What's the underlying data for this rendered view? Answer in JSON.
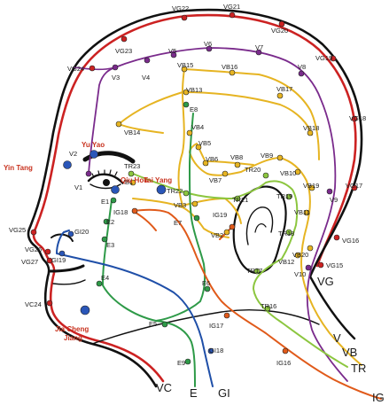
{
  "colors": {
    "VG": "#cc2222",
    "VC": "#cc2222",
    "V": "#7a2b8c",
    "VB": "#e6b422",
    "TR": "#8cc63f",
    "E": "#2e9a48",
    "GI": "#1f4fa8",
    "IG": "#e05a1a",
    "outline": "#111111",
    "point_blue": "#2a56b8"
  },
  "special_points": [
    {
      "id": "yintang",
      "label": "Yin Tang"
    },
    {
      "id": "yuyao",
      "label": "Yu Yao"
    },
    {
      "id": "taiyang",
      "label": "Tai Yang"
    },
    {
      "id": "qiuhou",
      "label": "Qiu Hou"
    },
    {
      "id": "jiacheng",
      "label": "Jia Cheng Jiang"
    }
  ],
  "channels": [
    {
      "id": "VC",
      "label": "VC"
    },
    {
      "id": "E",
      "label": "E"
    },
    {
      "id": "GI",
      "label": "GI"
    },
    {
      "id": "V",
      "label": "V"
    },
    {
      "id": "VB",
      "label": "VB"
    },
    {
      "id": "TR",
      "label": "TR"
    },
    {
      "id": "IG",
      "label": "IG"
    },
    {
      "id": "VG",
      "label": "VG"
    }
  ],
  "points": [
    {
      "label": "VG21"
    },
    {
      "label": "VG22"
    },
    {
      "label": "VG20"
    },
    {
      "label": "VG23"
    },
    {
      "label": "VG19"
    },
    {
      "label": "VG24"
    },
    {
      "label": "VG18"
    },
    {
      "label": "VG17"
    },
    {
      "label": "VG16"
    },
    {
      "label": "VG15"
    },
    {
      "label": "VG25"
    },
    {
      "label": "VG26"
    },
    {
      "label": "VG27"
    },
    {
      "label": "VC24"
    },
    {
      "label": "V5"
    },
    {
      "label": "V6"
    },
    {
      "label": "V7"
    },
    {
      "label": "V8"
    },
    {
      "label": "V3"
    },
    {
      "label": "V4"
    },
    {
      "label": "V9"
    },
    {
      "label": "V10"
    },
    {
      "label": "V2"
    },
    {
      "label": "V1"
    },
    {
      "label": "VB15"
    },
    {
      "label": "VB16"
    },
    {
      "label": "VB13"
    },
    {
      "label": "VB17"
    },
    {
      "label": "VB14"
    },
    {
      "label": "VB18"
    },
    {
      "label": "VB4"
    },
    {
      "label": "VB5"
    },
    {
      "label": "VB6"
    },
    {
      "label": "VB8"
    },
    {
      "label": "VB9"
    },
    {
      "label": "VB7"
    },
    {
      "label": "VB10"
    },
    {
      "label": "VB19"
    },
    {
      "label": "VB11"
    },
    {
      "label": "VB1"
    },
    {
      "label": "VB3"
    },
    {
      "label": "VB2"
    },
    {
      "label": "VB12"
    },
    {
      "label": "VB20"
    },
    {
      "label": "TR23"
    },
    {
      "label": "TR22"
    },
    {
      "label": "TR21"
    },
    {
      "label": "TR20"
    },
    {
      "label": "TR19"
    },
    {
      "label": "TR18"
    },
    {
      "label": "TR17"
    },
    {
      "label": "TR16"
    },
    {
      "label": "E8"
    },
    {
      "label": "E1"
    },
    {
      "label": "E2"
    },
    {
      "label": "E3"
    },
    {
      "label": "E4"
    },
    {
      "label": "E5"
    },
    {
      "label": "E6"
    },
    {
      "label": "E7"
    },
    {
      "label": "E9"
    },
    {
      "label": "GI20"
    },
    {
      "label": "GI19"
    },
    {
      "label": "GI18"
    },
    {
      "label": "IG18"
    },
    {
      "label": "IG19"
    },
    {
      "label": "IG17"
    },
    {
      "label": "IG16"
    }
  ]
}
